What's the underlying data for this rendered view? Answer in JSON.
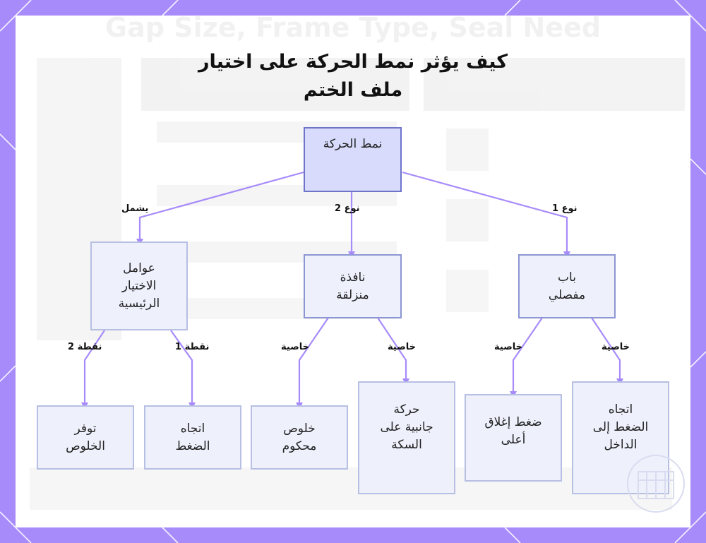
{
  "title_lines": [
    "كيف يؤثر نمط الحركة على اختيار",
    "ملف الختم"
  ],
  "background_text": "Gap Size, Frame Type, Seal Need",
  "nodes": {
    "root": "نمط الحركة",
    "factors": "عوامل\nالاختيار\nالرئيسية",
    "sliding": "نافذة\nمنزلقة",
    "hinged": "باب\nمفصلي",
    "gaps": "توفر\nالخلوص",
    "pressure_dir": "اتجاه\nالضغط",
    "controlled": "خلوص\nمحكوم",
    "lateral": "حركة\nجانبية على\nالسكة",
    "up_pressure": "ضغط إغلاق\nأعلى",
    "inward": "اتجاه\nالضغط إلى\nالداخل"
  },
  "edge_labels": {
    "includes": "يشمل",
    "type2": "نوع 2",
    "type1": "نوع 1",
    "point2": "نقطة 2",
    "point1": "نقطة 1",
    "property": "خاصية"
  },
  "colors": {
    "frame": "#a78bfa",
    "edge": "#a78bfa",
    "root_fill": "#d8dbfb",
    "node_fill": "#eef0fc"
  }
}
